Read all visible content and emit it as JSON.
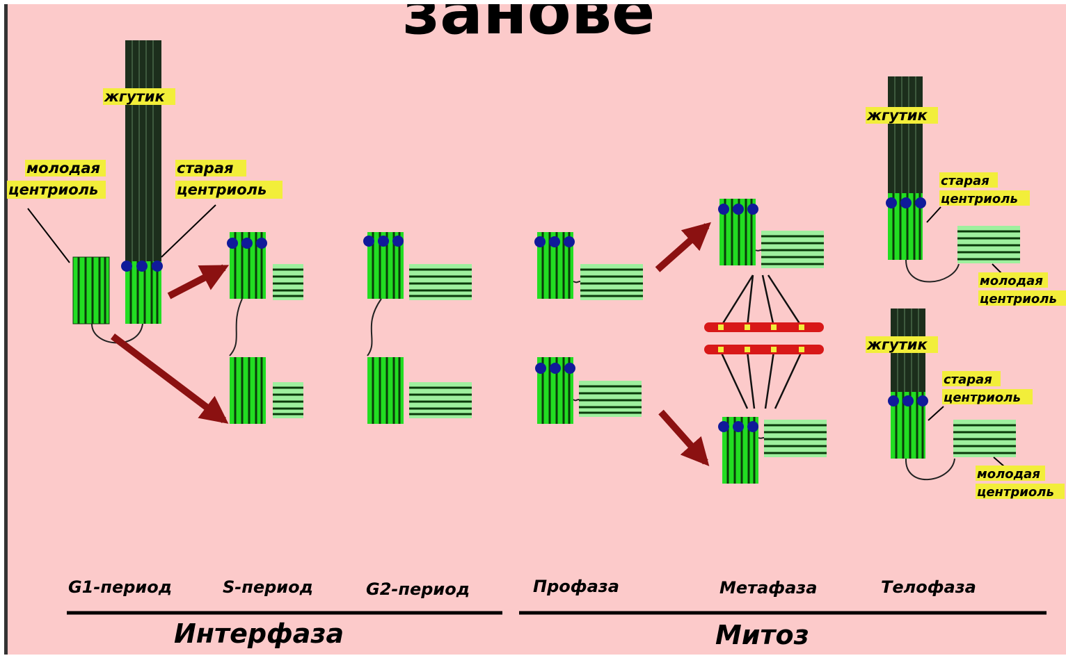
{
  "diagram": {
    "title_fragment": "занове",
    "labels": {
      "flagellum": "жгутик",
      "young_centriole_line1": "молодая",
      "young_centriole_line2": "центриоль",
      "old_centriole_line1": "старая",
      "old_centriole_line2": "центриоль",
      "young_line1": "молодая",
      "young_line2": "центриоль"
    },
    "phases": [
      "G1-период",
      "S-период",
      "G2-период",
      "Профаза",
      "Метафаза",
      "Телофаза"
    ],
    "groups": [
      "Интерфаза",
      "Митоз"
    ],
    "colors": {
      "background": "#fccaca",
      "centriole_fill": "#22dd22",
      "centriole_stripe": "#0a3a0a",
      "young_fill": "#9ef09e",
      "flagellum": "#1c2e1c",
      "basal_body": "#101a9a",
      "arrow": "#8b1111",
      "chromosome": "#d81818",
      "label_highlight": "#f2ee3a"
    }
  }
}
